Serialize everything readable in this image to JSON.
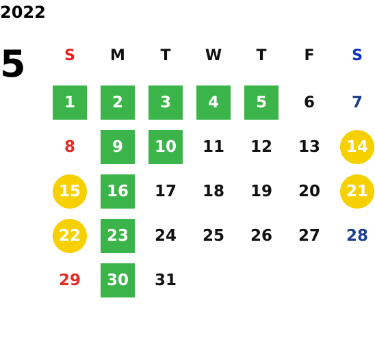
{
  "calendar": {
    "year": "2022",
    "month": "5",
    "weekdays": [
      "S",
      "M",
      "T",
      "W",
      "T",
      "F",
      "S"
    ],
    "weekday_colors": [
      "#e8211e",
      "#111111",
      "#111111",
      "#111111",
      "#111111",
      "#111111",
      "#0b2fbf"
    ],
    "start_weekday": 0,
    "days": [
      {
        "d": "1",
        "style": "green"
      },
      {
        "d": "2",
        "style": "green"
      },
      {
        "d": "3",
        "style": "green"
      },
      {
        "d": "4",
        "style": "green"
      },
      {
        "d": "5",
        "style": "green"
      },
      {
        "d": "6",
        "style": "plain"
      },
      {
        "d": "7",
        "style": "sat"
      },
      {
        "d": "8",
        "style": "sun"
      },
      {
        "d": "9",
        "style": "green"
      },
      {
        "d": "10",
        "style": "green"
      },
      {
        "d": "11",
        "style": "plain"
      },
      {
        "d": "12",
        "style": "plain"
      },
      {
        "d": "13",
        "style": "plain"
      },
      {
        "d": "14",
        "style": "yellow"
      },
      {
        "d": "15",
        "style": "yellow"
      },
      {
        "d": "16",
        "style": "green"
      },
      {
        "d": "17",
        "style": "plain"
      },
      {
        "d": "18",
        "style": "plain"
      },
      {
        "d": "19",
        "style": "plain"
      },
      {
        "d": "20",
        "style": "plain"
      },
      {
        "d": "21",
        "style": "yellow"
      },
      {
        "d": "22",
        "style": "yellow"
      },
      {
        "d": "23",
        "style": "green"
      },
      {
        "d": "24",
        "style": "plain"
      },
      {
        "d": "25",
        "style": "plain"
      },
      {
        "d": "26",
        "style": "plain"
      },
      {
        "d": "27",
        "style": "plain"
      },
      {
        "d": "28",
        "style": "sat"
      },
      {
        "d": "29",
        "style": "sun"
      },
      {
        "d": "30",
        "style": "green"
      },
      {
        "d": "31",
        "style": "plain"
      }
    ],
    "colors": {
      "green_bg": "#3bb54a",
      "yellow_bg": "#f6d000",
      "highlight_text": "#ffffff",
      "plain_text": "#111111",
      "sun_text": "#e22b24",
      "sat_text": "#1e3f8a"
    }
  }
}
